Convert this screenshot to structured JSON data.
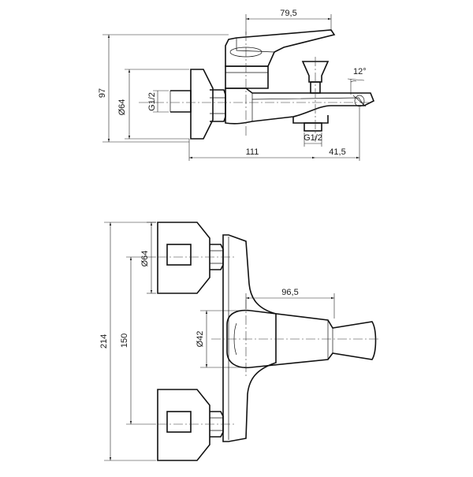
{
  "side_view": {
    "dim_height": "97",
    "dim_body_diameter": "Ø64",
    "dim_thread_inlet": "G1/2",
    "dim_thread_outlet": "G1/2",
    "dim_lever_reach": "79,5",
    "dim_angle": "12°",
    "dim_depth": "111",
    "dim_spout_offset": "41,5"
  },
  "top_view": {
    "dim_total_height": "214",
    "dim_centers": "150",
    "dim_body_diameter": "Ø64",
    "dim_handle_diameter": "Ø42",
    "dim_handle_reach": "96,5"
  }
}
